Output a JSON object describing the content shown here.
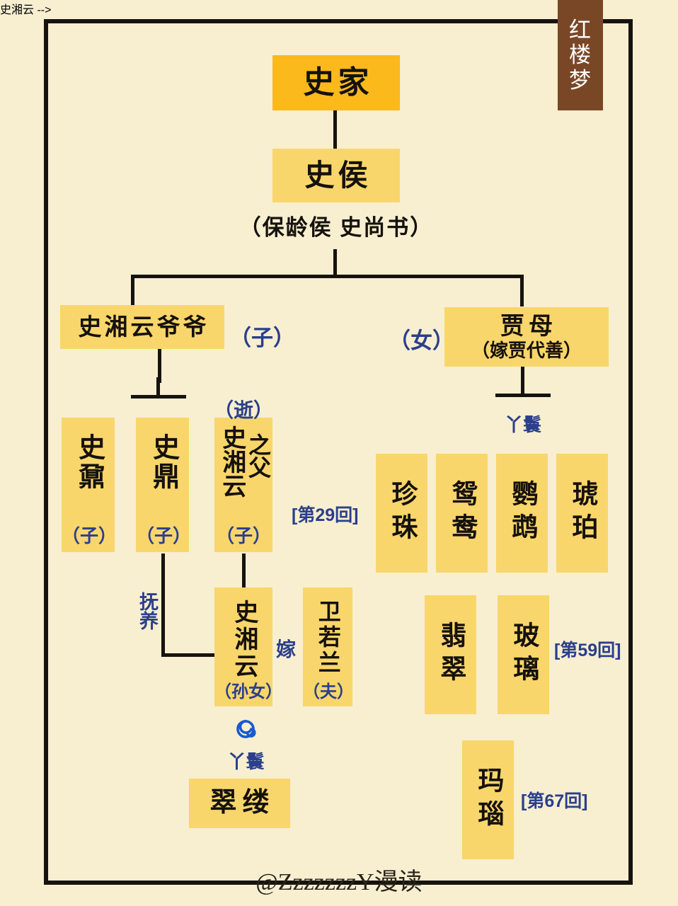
{
  "series_badge": {
    "chars": [
      "红",
      "楼",
      "梦"
    ],
    "text": "红楼梦"
  },
  "watermark": "@ZzzzzzzY漫读",
  "colors": {
    "background": "#f7efd0",
    "frame": "#16130f",
    "root_node": "#fbb91c",
    "node": "#f9d66b",
    "badge": "#7a4726",
    "annotation_blue": "#2b3f8c",
    "text": "#15110c"
  },
  "nodes": {
    "shi_family": {
      "label": "史家"
    },
    "shi_hou": {
      "label": "史侯",
      "caption": "（保龄侯 史尚书）"
    },
    "grandfather": {
      "label": "史湘云爷爷",
      "relation": "（子）"
    },
    "jia_mu": {
      "label": "贾母",
      "sub": "（嫁贾代善）",
      "relation": "（女）"
    },
    "shi_nai": {
      "label": "史鼐",
      "relation": "（子）"
    },
    "shi_ding": {
      "label": "史鼎",
      "relation": "（子）"
    },
    "xiangyun_father": {
      "label": "史湘云",
      "suffix": "之父",
      "relation": "（子）",
      "status": "（逝）"
    },
    "shi_xiangyun": {
      "label": "史湘云",
      "relation": "（孙女）"
    },
    "wei_ruolan": {
      "label": "卫若兰",
      "relation": "（夫）"
    },
    "cuilv": {
      "label": "翠缕"
    },
    "maid_row1": [
      {
        "label": "珍珠"
      },
      {
        "label": "鸳鸯"
      },
      {
        "label": "鹦鹉"
      },
      {
        "label": "琥珀"
      }
    ],
    "maid_row2": [
      {
        "label": "翡翠"
      },
      {
        "label": "玻璃"
      }
    ],
    "manao": {
      "label": "玛瑙"
    }
  },
  "annotations": {
    "maid_label_jiamu": "丫鬟",
    "maid_label_xiangyun": "丫鬟",
    "raise": "抚养",
    "marry": "嫁",
    "chapter_29": "[第29回]",
    "chapter_59": "[第59回]",
    "chapter_67": "[第67回]"
  },
  "icons": {
    "spiral": "spiral-icon"
  }
}
